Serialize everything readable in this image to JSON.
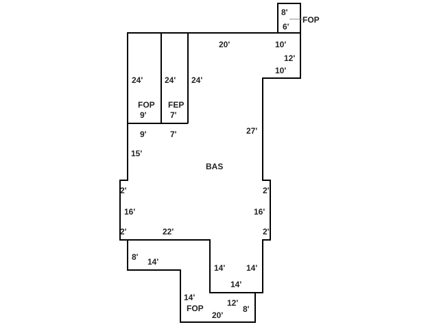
{
  "areas": {
    "bas": "BAS",
    "fop_left": "FOP",
    "fep": "FEP",
    "fop_top": "FOP",
    "fop_bottom": "FOP"
  },
  "dims": {
    "top": "20'",
    "top_right_a": "10'",
    "top_right_b": "12'",
    "top_right_c": "10'",
    "fop_top_w": "8'",
    "fop_top_h": "6'",
    "right_upper": "27'",
    "fop_left_h": "24'",
    "fep_h": "24'",
    "fep_right_h": "24'",
    "fop_left_w_in": "9'",
    "fop_left_w_out": "9'",
    "fep_w_in": "7'",
    "fep_w_out": "7'",
    "left_upper": "15'",
    "left_notch_top": "2'",
    "left_mid": "16'",
    "left_notch_bot": "2'",
    "right_notch_top": "2'",
    "right_mid": "16'",
    "right_notch_bot": "2'",
    "bottom_mid": "22'",
    "left_lower": "8'",
    "lower_step": "14'",
    "inner_vert": "14'",
    "right_lower": "14'",
    "inner_horiz": "14'",
    "fop_bottom_left": "14'",
    "fop_bottom_top": "12'",
    "fop_bottom_right": "8'",
    "fop_bottom_base": "20'"
  }
}
